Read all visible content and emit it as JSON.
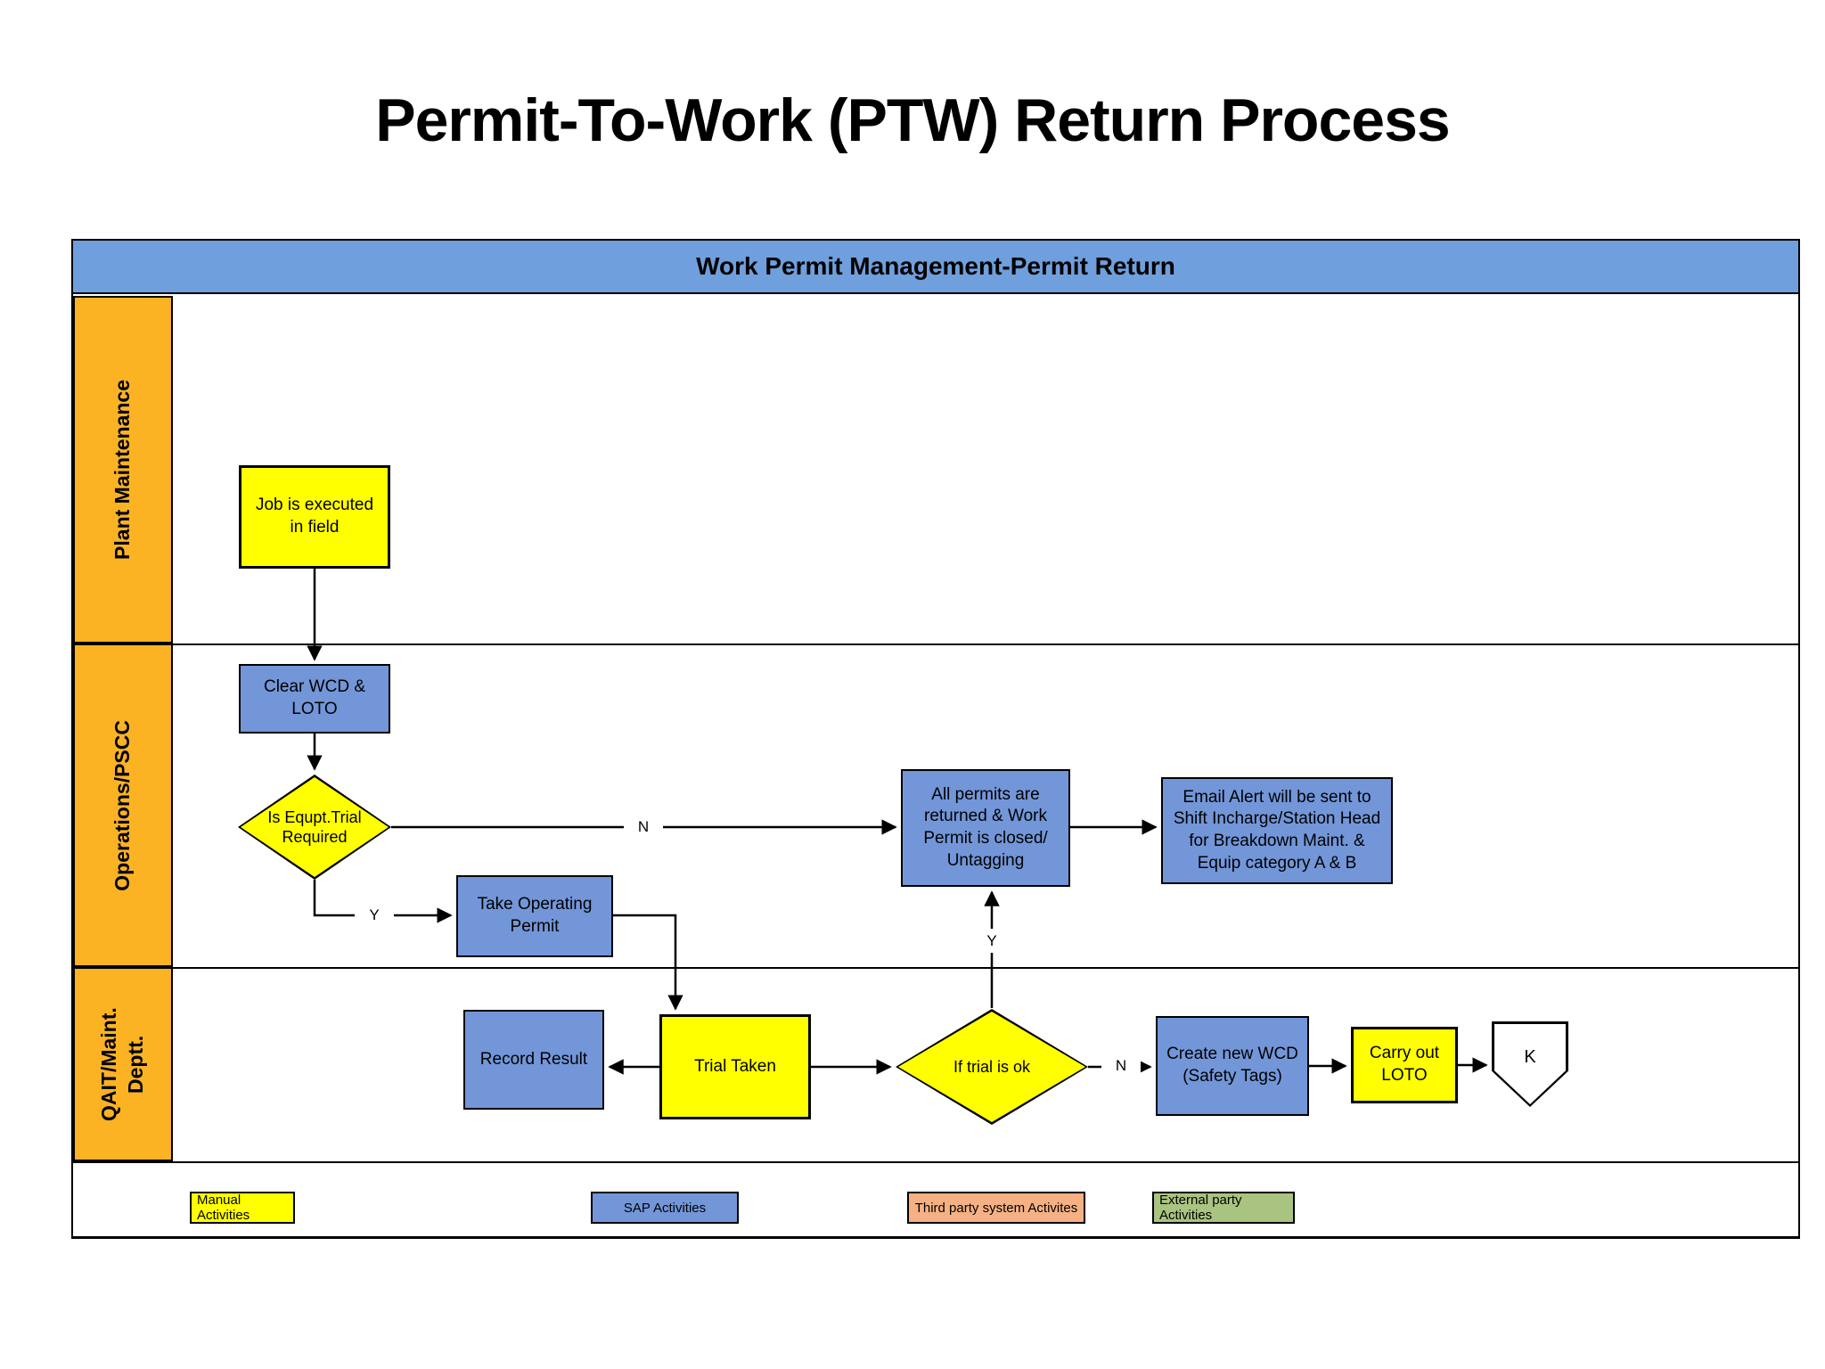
{
  "page_title": "Permit-To-Work (PTW) Return Process",
  "band_header": "Work Permit Management-Permit Return",
  "lanes": [
    {
      "id": "plant-maintenance",
      "label": "Plant Maintenance"
    },
    {
      "id": "operations-pscc",
      "label": "Operations/PSCC"
    },
    {
      "id": "qait-maint-dept",
      "label": "QAIT/Maint. Deptt."
    }
  ],
  "nodes": {
    "job_executed": {
      "label": "Job is executed in field",
      "type": "manual"
    },
    "clear_wcd": {
      "label": "Clear WCD & LOTO",
      "type": "sap"
    },
    "equpt_trial_required": {
      "label": "Is Equpt.Trial Required",
      "type": "decision"
    },
    "take_operating_permit": {
      "label": "Take Operating Permit",
      "type": "sap"
    },
    "all_permits_returned": {
      "label": "All permits are returned & Work Permit is closed/ Untagging",
      "type": "sap"
    },
    "email_alert": {
      "label": "Email Alert will be sent to Shift Incharge/Station Head for Breakdown Maint. & Equip category A & B",
      "type": "sap"
    },
    "record_result": {
      "label": "Record Result",
      "type": "sap"
    },
    "trial_taken": {
      "label": "Trial Taken",
      "type": "manual"
    },
    "if_trial_ok": {
      "label": "If trial is ok",
      "type": "decision"
    },
    "create_new_wcd": {
      "label": "Create new WCD (Safety Tags)",
      "type": "sap"
    },
    "carry_out_loto": {
      "label": "Carry out LOTO",
      "type": "manual"
    },
    "connector_k": {
      "label": "K",
      "type": "offpage-connector"
    }
  },
  "edge_labels": {
    "trial_required_no": "N",
    "trial_required_yes": "Y",
    "trial_ok_yes": "Y",
    "trial_ok_no": "N"
  },
  "legend": [
    {
      "label": "Manual Activities",
      "color": "#FFFF00"
    },
    {
      "label": "SAP Activities",
      "color": "#7296D8"
    },
    {
      "label": "Third party system Activites",
      "color": "#F5B183"
    },
    {
      "label": "External party Activities",
      "color": "#A9C480"
    }
  ],
  "colors": {
    "band_header": "#6F9FDC",
    "lane_fill": "#FBB324",
    "manual_fill": "#FFFF00",
    "sap_fill": "#7296D8",
    "third_party_fill": "#F5B183",
    "external_party_fill": "#A9C480",
    "connector_fill": "#FFFFFF",
    "line": "#000000"
  }
}
